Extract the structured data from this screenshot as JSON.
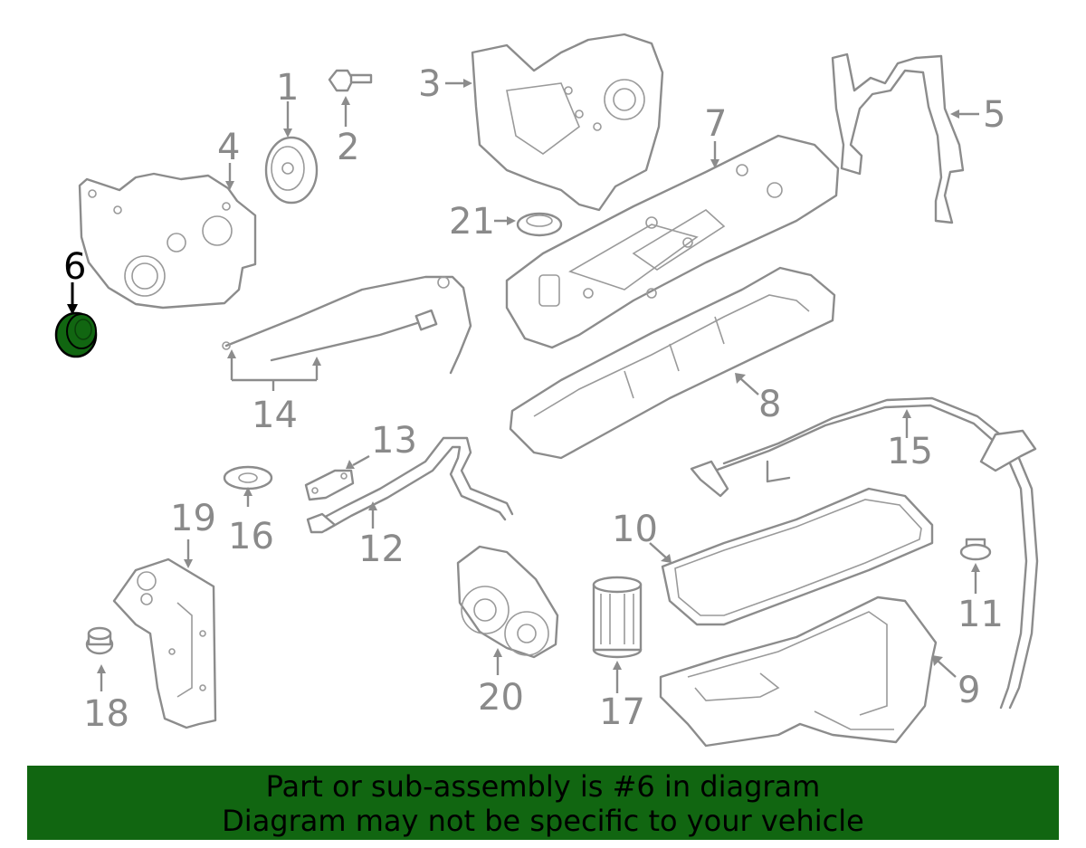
{
  "callouts": {
    "c1": "1",
    "c2": "2",
    "c3": "3",
    "c4": "4",
    "c5": "5",
    "c6": "6",
    "c7": "7",
    "c8": "8",
    "c9": "9",
    "c10": "10",
    "c11": "11",
    "c12": "12",
    "c13": "13",
    "c14": "14",
    "c15": "15",
    "c16": "16",
    "c17": "17",
    "c18": "18",
    "c19": "19",
    "c20": "20",
    "c21": "21"
  },
  "highlight": {
    "part_number": "6",
    "color": "#116611"
  },
  "banner": {
    "line1": "Part or sub-assembly is #6 in diagram",
    "line2": "Diagram may not be specific to your vehicle",
    "background": "#116611"
  }
}
